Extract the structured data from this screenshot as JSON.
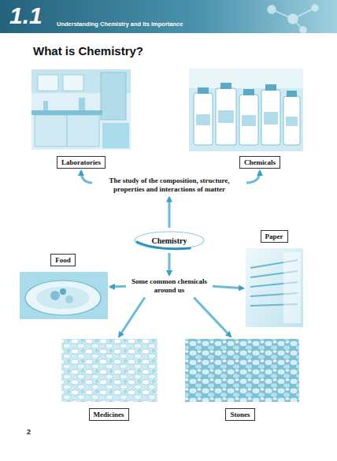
{
  "diagram": {
    "title": "What is Chemistry?",
    "nodes": [
      {
        "text": [
          "Laboratories"
        ]
      },
      {
        "text": [
          "Chemicals"
        ]
      },
      {
        "text": [
          "The study of the composition, structure, properties and interactions of matter"
        ]
      },
      {
        "text": [
          "Chemistry"
        ]
      },
      {
        "text": [
          "Paper"
        ]
      },
      {
        "text": [
          "Food"
        ]
      },
      {
        "text": [
          "Some common chemicals around us"
        ]
      },
      {
        "text": [
          "Medicines"
        ]
      },
      {
        "text": [
          "Stones"
        ]
      }
    ],
    "edges": [
      {
        "from": 3,
        "to": 2,
        "arrow": "to"
      },
      {
        "from": 2,
        "to": 0,
        "arrow": "to"
      },
      {
        "from": 2,
        "to": 1,
        "arrow": "to"
      },
      {
        "from": 3,
        "to": 6,
        "arrow": "to"
      },
      {
        "from": 6,
        "to": 5,
        "arrow": "to"
      },
      {
        "from": 6,
        "to": 4,
        "arrow": "to"
      },
      {
        "from": 6,
        "to": 7,
        "arrow": "to"
      },
      {
        "from": 6,
        "to": 8,
        "arrow": "to"
      }
    ],
    "labels": [
      "1.1",
      "Understanding Chemistry and its Importance",
      "2"
    ]
  }
}
